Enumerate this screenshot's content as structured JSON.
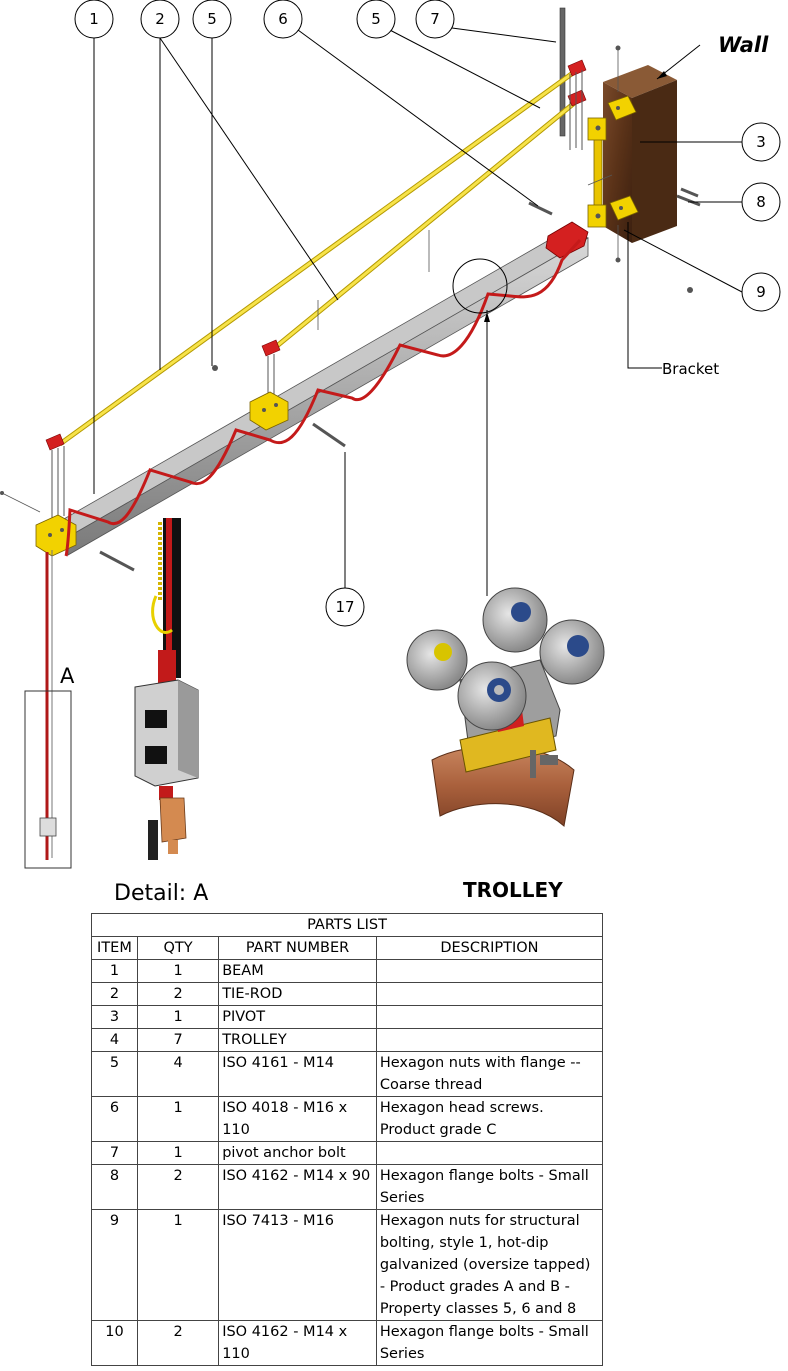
{
  "callouts": {
    "c1": "1",
    "c2": "2",
    "c5a": "5",
    "c6": "6",
    "c5b": "5",
    "c7": "7",
    "c3": "3",
    "c8": "8",
    "c9": "9",
    "c17": "17"
  },
  "labels": {
    "wall": "Wall",
    "bracket": "Bracket",
    "detail_marker": "A",
    "detail_caption": "Detail: A",
    "trolley_caption": "TROLLEY"
  },
  "parts_list": {
    "title": "PARTS LIST",
    "headers": [
      "ITEM",
      "QTY",
      "PART NUMBER",
      "DESCRIPTION"
    ],
    "rows": [
      [
        "1",
        "1",
        "BEAM",
        ""
      ],
      [
        "2",
        "2",
        "TIE-ROD",
        ""
      ],
      [
        "3",
        "1",
        "PIVOT",
        ""
      ],
      [
        "4",
        "7",
        "TROLLEY",
        ""
      ],
      [
        "5",
        "4",
        "ISO 4161 - M14",
        "Hexagon nuts with flange -- Coarse thread"
      ],
      [
        "6",
        "1",
        "ISO 4018 - M16 x 110",
        "Hexagon head screws. Product grade C"
      ],
      [
        "7",
        "1",
        "pivot anchor bolt",
        ""
      ],
      [
        "8",
        "2",
        "ISO 4162 - M14 x 90",
        "Hexagon flange bolts - Small Series"
      ],
      [
        "9",
        "1",
        "ISO 7413 - M16",
        "Hexagon nuts for structural bolting, style 1, hot-dip galvanized (oversize tapped) - Product grades A and B - Property classes 5, 6 and 8"
      ],
      [
        "10",
        "2",
        "ISO 4162 - M14 x 110",
        "Hexagon flange bolts - Small Series"
      ]
    ]
  }
}
